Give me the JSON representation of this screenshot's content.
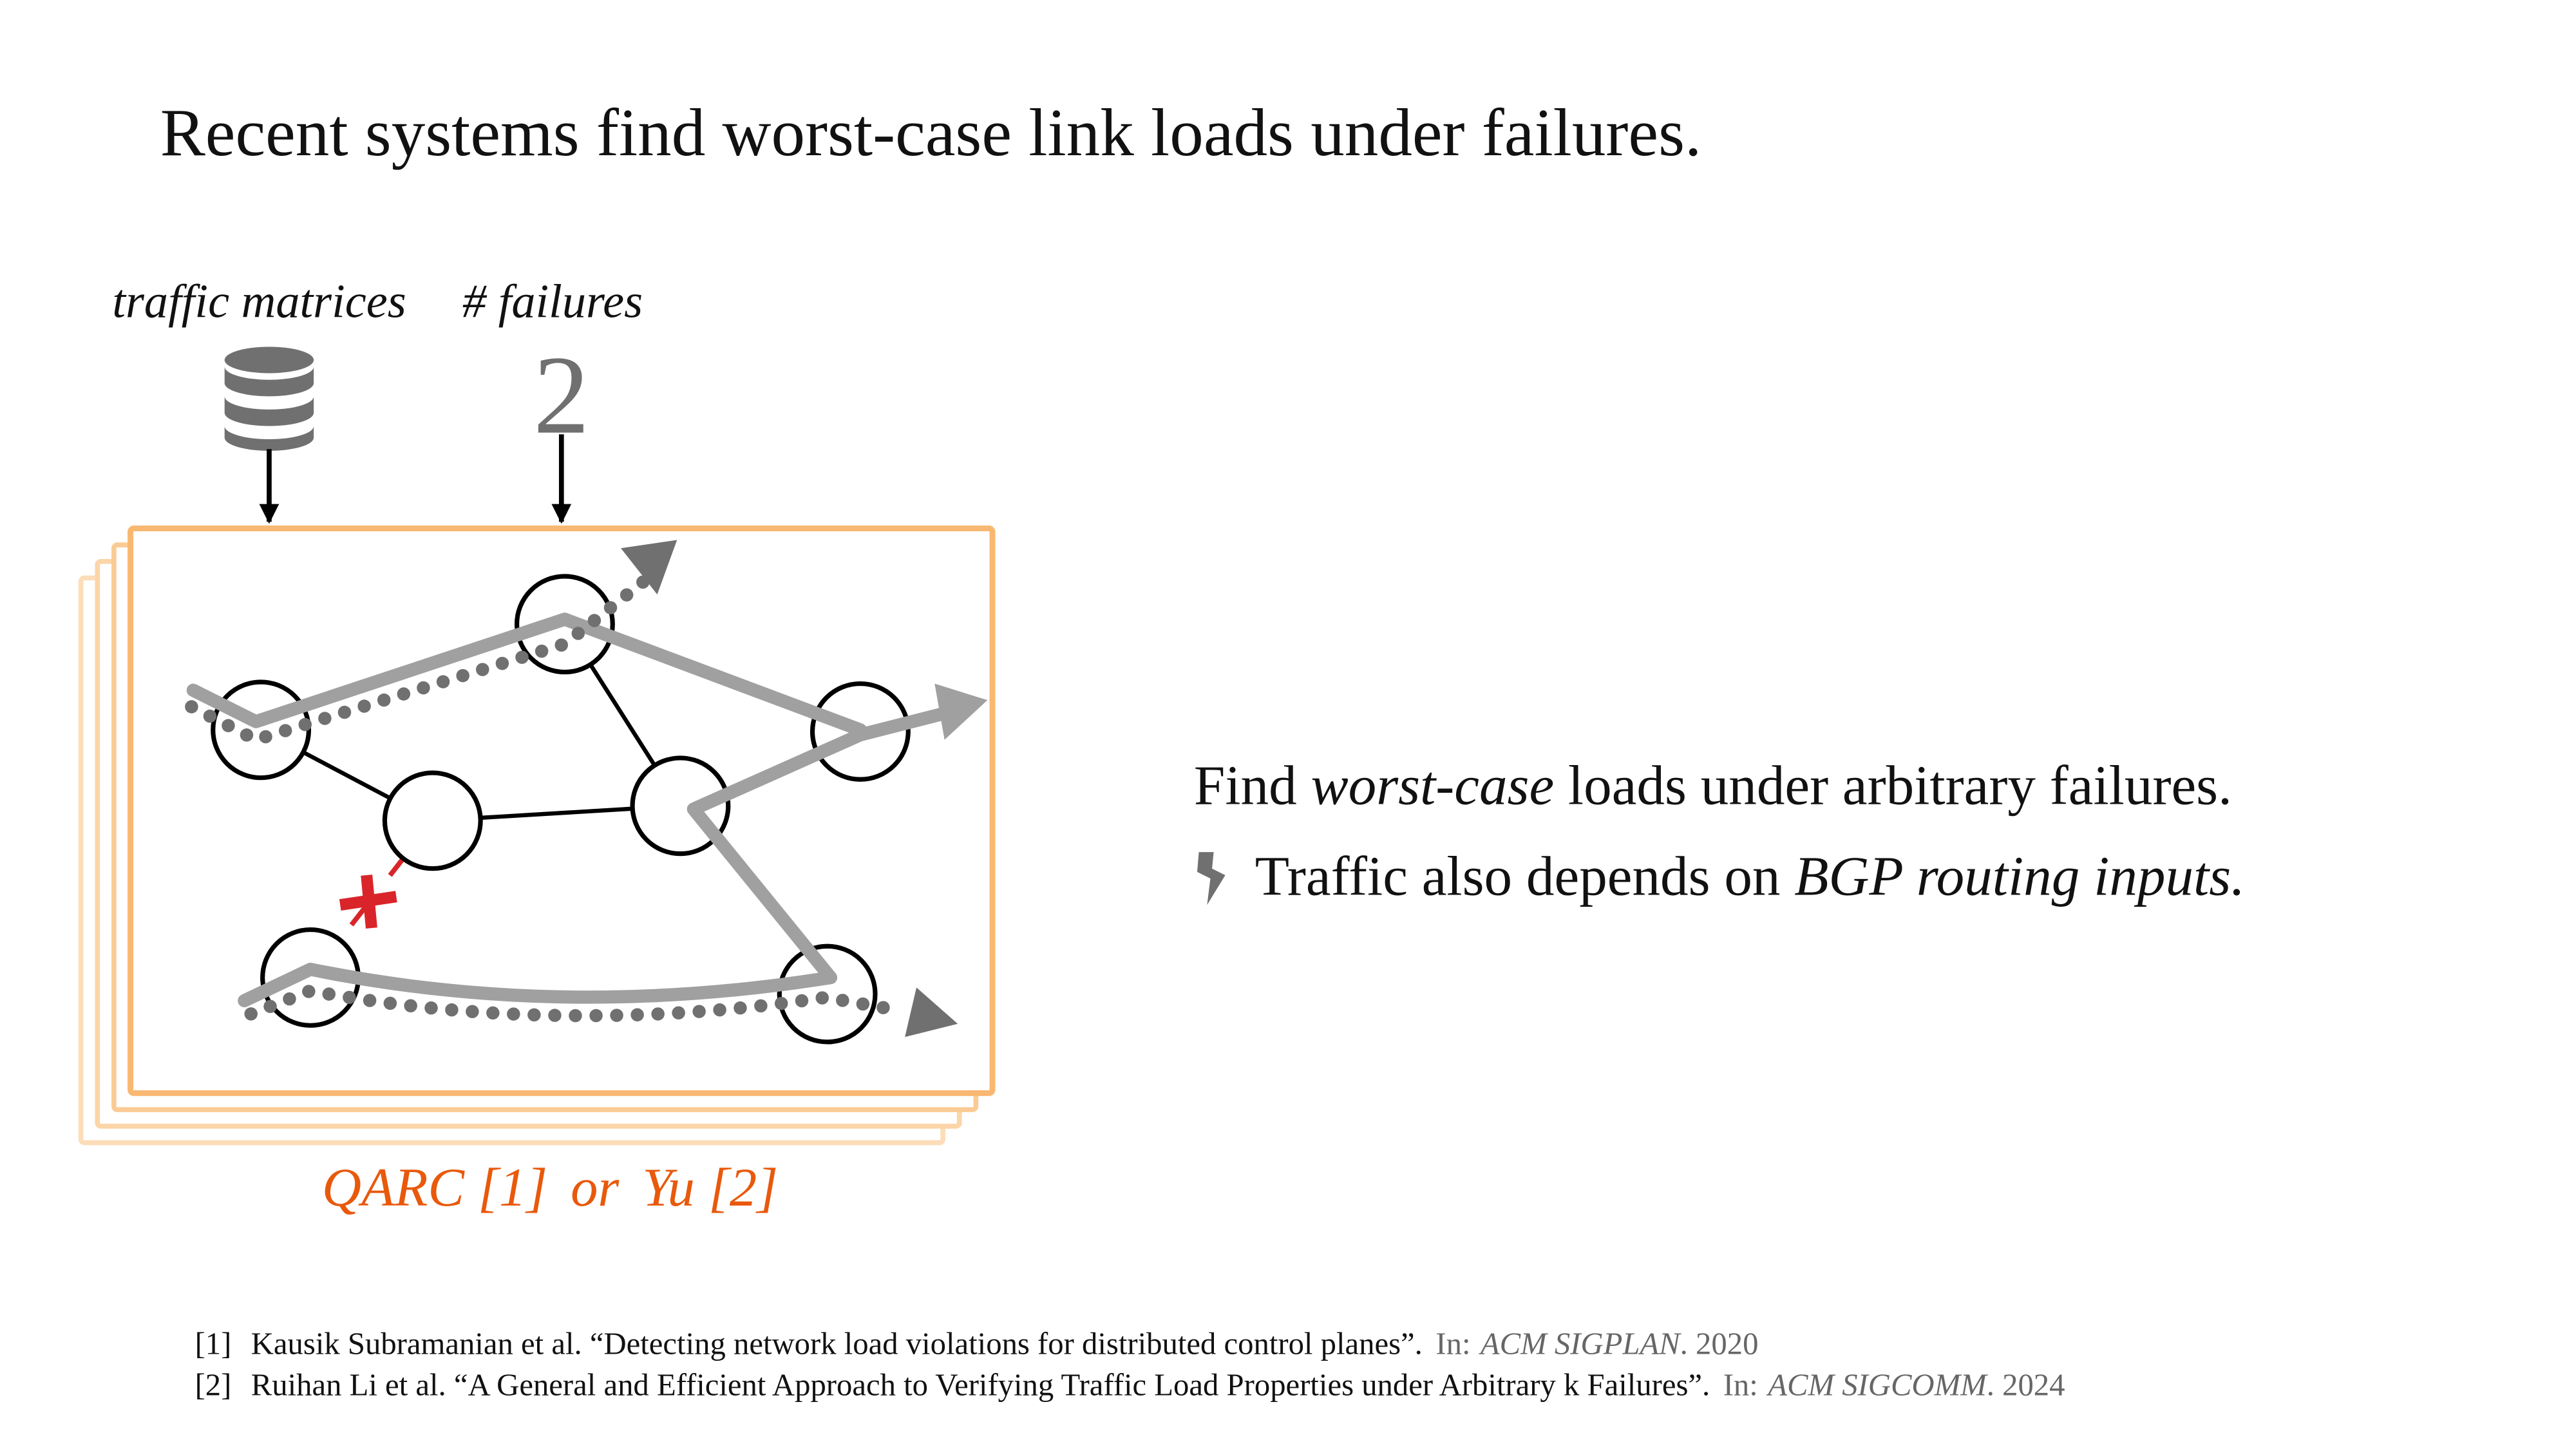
{
  "title": "Recent systems find worst-case link loads under failures.",
  "inputs": {
    "traffic_label": "traffic matrices",
    "failures_label": "# failures",
    "failures_value": "2",
    "database_icon": "database-icon"
  },
  "diagram": {
    "caption_a": "QARC [1]",
    "caption_or": "or",
    "caption_b": "Yu [2]",
    "failed_link_icon": "red-x-icon"
  },
  "points": {
    "line1_pre": "Find ",
    "line1_em": "worst-case",
    "line1_post": " loads under arbitrary failures.",
    "line2_icon": "lightning-bolt-icon",
    "line2_pre": "Traffic also depends on ",
    "line2_em": "BGP routing inputs."
  },
  "references": [
    {
      "num": "[1]",
      "text": "Kausik Subramanian et al. “Detecting network load violations for distributed control planes”.",
      "in": "In:",
      "venue": "ACM SIGPLAN",
      "year": ". 2020"
    },
    {
      "num": "[2]",
      "text": "Ruihan Li et al. “A General and Efficient Approach to Verifying Traffic Load Properties under Arbitrary k Failures”.",
      "in": "In:",
      "venue": "ACM SIGCOMM",
      "year": ". 2024"
    }
  ],
  "colors": {
    "accent": "#E8590C",
    "frame": "#F9B872",
    "frame_light": "#FCDDB8",
    "path_gray": "#A0A0A0",
    "dot_gray": "#707070",
    "fail_red": "#D9252A"
  }
}
